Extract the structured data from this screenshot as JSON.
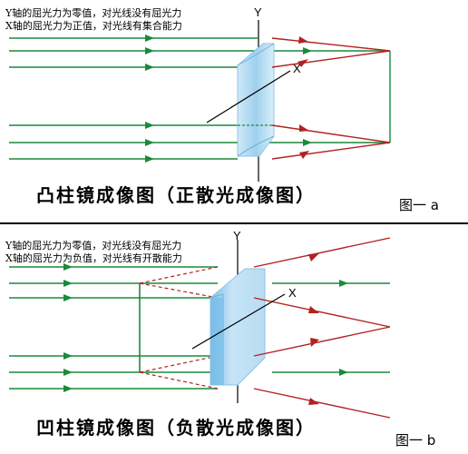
{
  "panel_a": {
    "note_line1": "Y轴的屈光力为零值，对光线没有屈光力",
    "note_line2": "X轴的屈光力为正值，对光线有集合能力",
    "y_label": "Y",
    "x_label": "X",
    "title": "凸柱镜成像图（正散光成像图）",
    "fig_label": "图一 a"
  },
  "panel_b": {
    "note_line1": "Y轴的屈光力为零值，对光线没有屈光力",
    "note_line2": "X轴的屈光力为负值，对光线有开散能力",
    "y_label": "Y",
    "x_label": "X",
    "title": "凹柱镜成像图（负散光成像图）",
    "fig_label": "图一 b"
  },
  "colors": {
    "incoming_ray": "#1a8a3a",
    "refracted_ray": "#b22222",
    "lens_fill": "#a9d6f0",
    "divider": "#000000"
  }
}
